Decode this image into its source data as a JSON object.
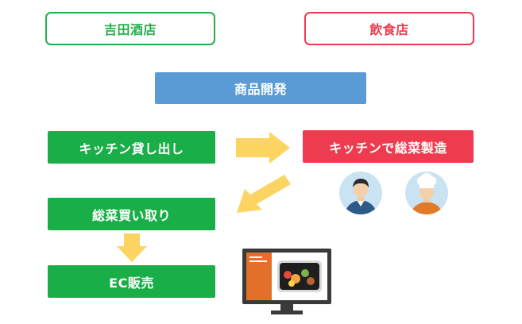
{
  "nodes": {
    "yoshida": "吉田酒店",
    "restaurant": "飲食店",
    "product_dev": "商品開発",
    "kitchen_rental": "キッチン貸し出し",
    "kitchen_production": "キッチンで総菜製造",
    "buyback": "総菜買い取り",
    "ec_sales": "EC販売"
  },
  "colors": {
    "green": "#23b04b",
    "red": "#ee3b4f",
    "blue": "#5b9bd5",
    "arrow": "#fcd462",
    "monitor": "#3a3a3a",
    "screen_panel": "#e2702a"
  },
  "icons": [
    "person-icon",
    "chef-icon",
    "monitor-icon",
    "arrow-right-icon",
    "arrow-down-left-icon",
    "arrow-down-icon"
  ]
}
